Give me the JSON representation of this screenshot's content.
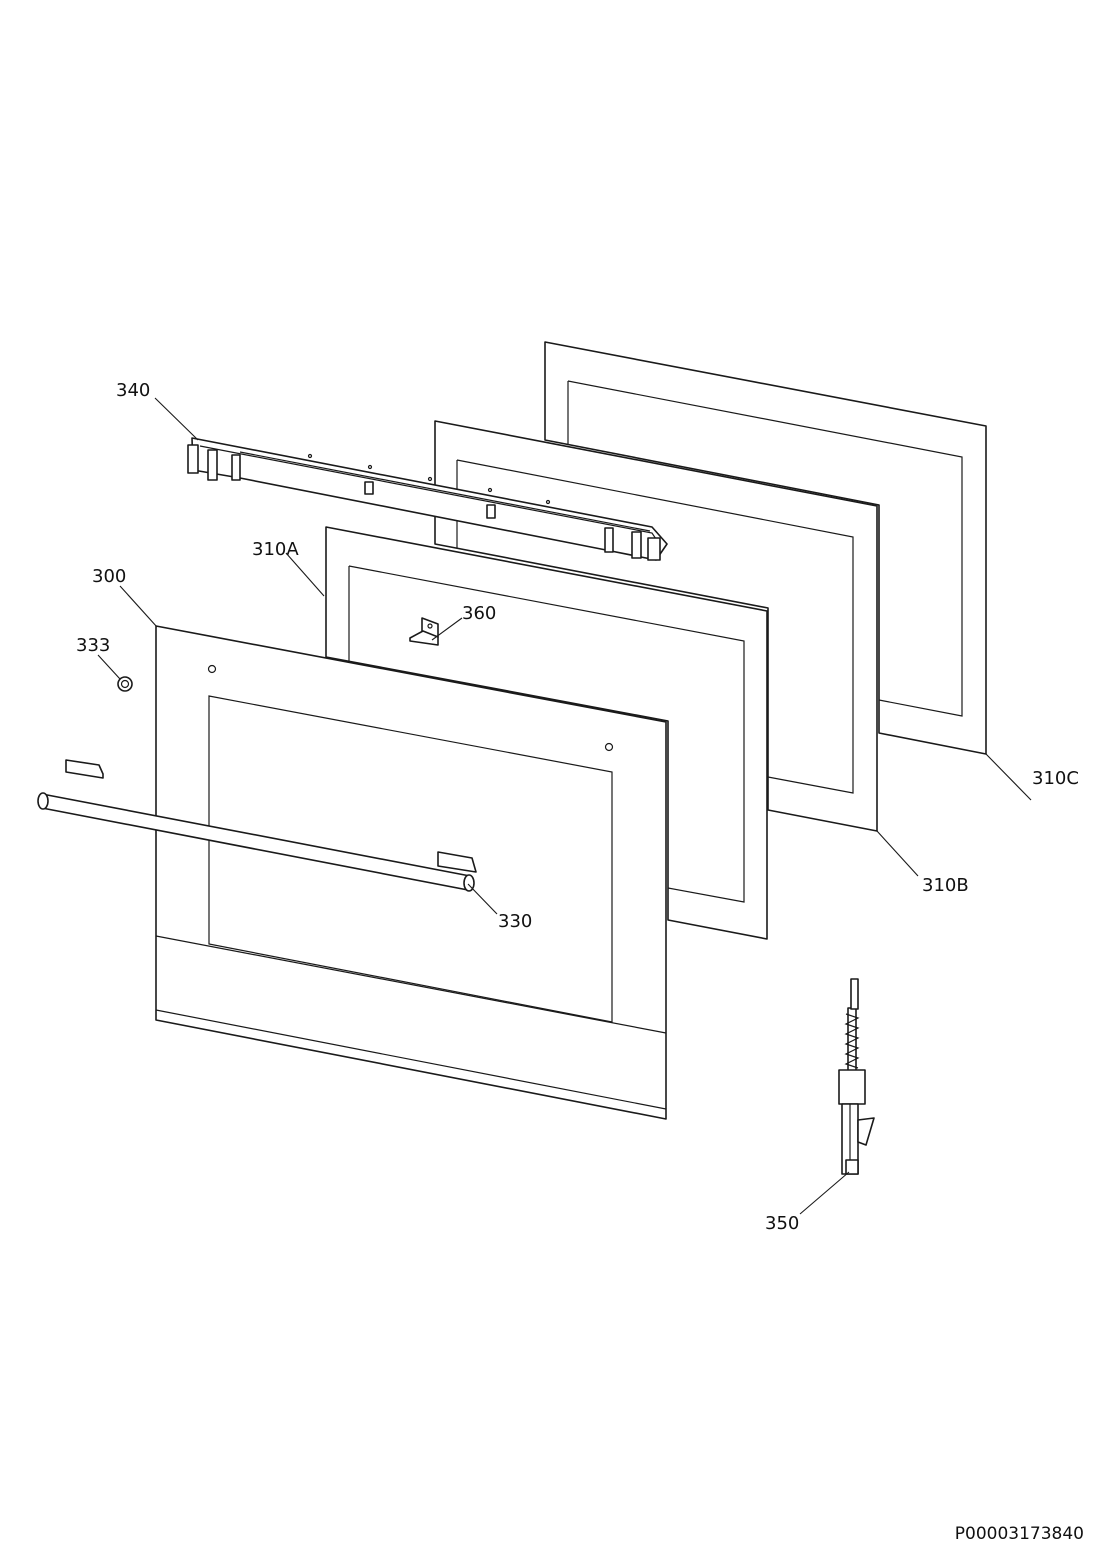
{
  "callouts": {
    "c340": "340",
    "c310A": "310A",
    "c300": "300",
    "c333": "333",
    "c360": "360",
    "c330": "330",
    "c310B": "310B",
    "c310C": "310C",
    "c350": "350"
  },
  "drawing_id": "P00003173840",
  "colors": {
    "line": "#1a1a1a",
    "background": "#ffffff"
  }
}
